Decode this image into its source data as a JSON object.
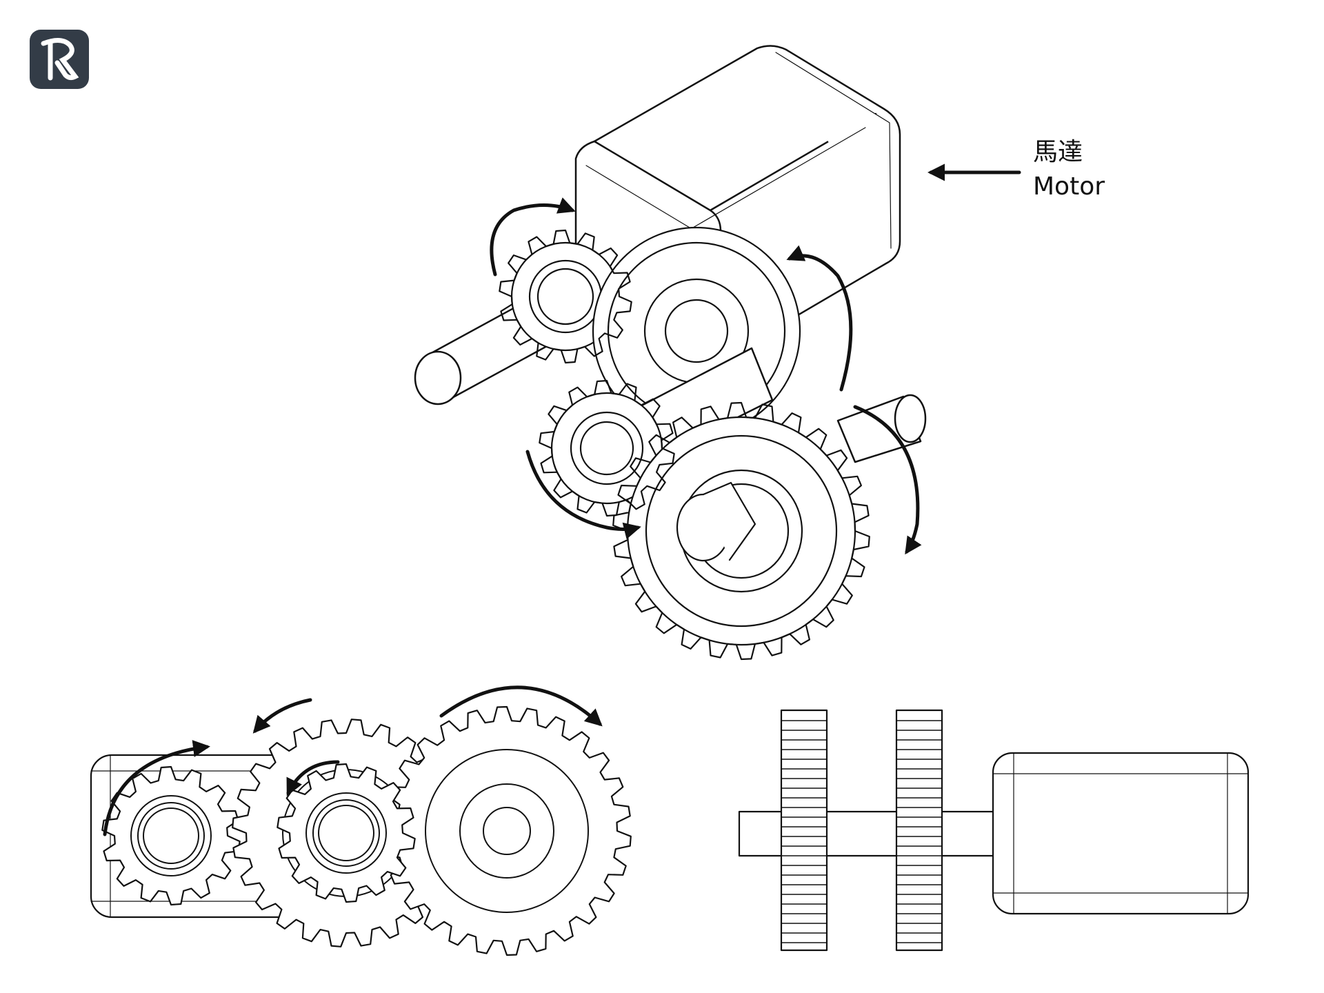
{
  "motor_label": {
    "zh": "馬達",
    "en": "Motor"
  },
  "logo_icon": "brand-logo-icon",
  "colors": {
    "ink": "#111111",
    "logo_bg": "#333c47",
    "logo_fg": "#ffffff",
    "fill": "#ffffff"
  },
  "figures": [
    "isometric-gearbox",
    "front-view-gear-train",
    "side-view-gear-train"
  ]
}
